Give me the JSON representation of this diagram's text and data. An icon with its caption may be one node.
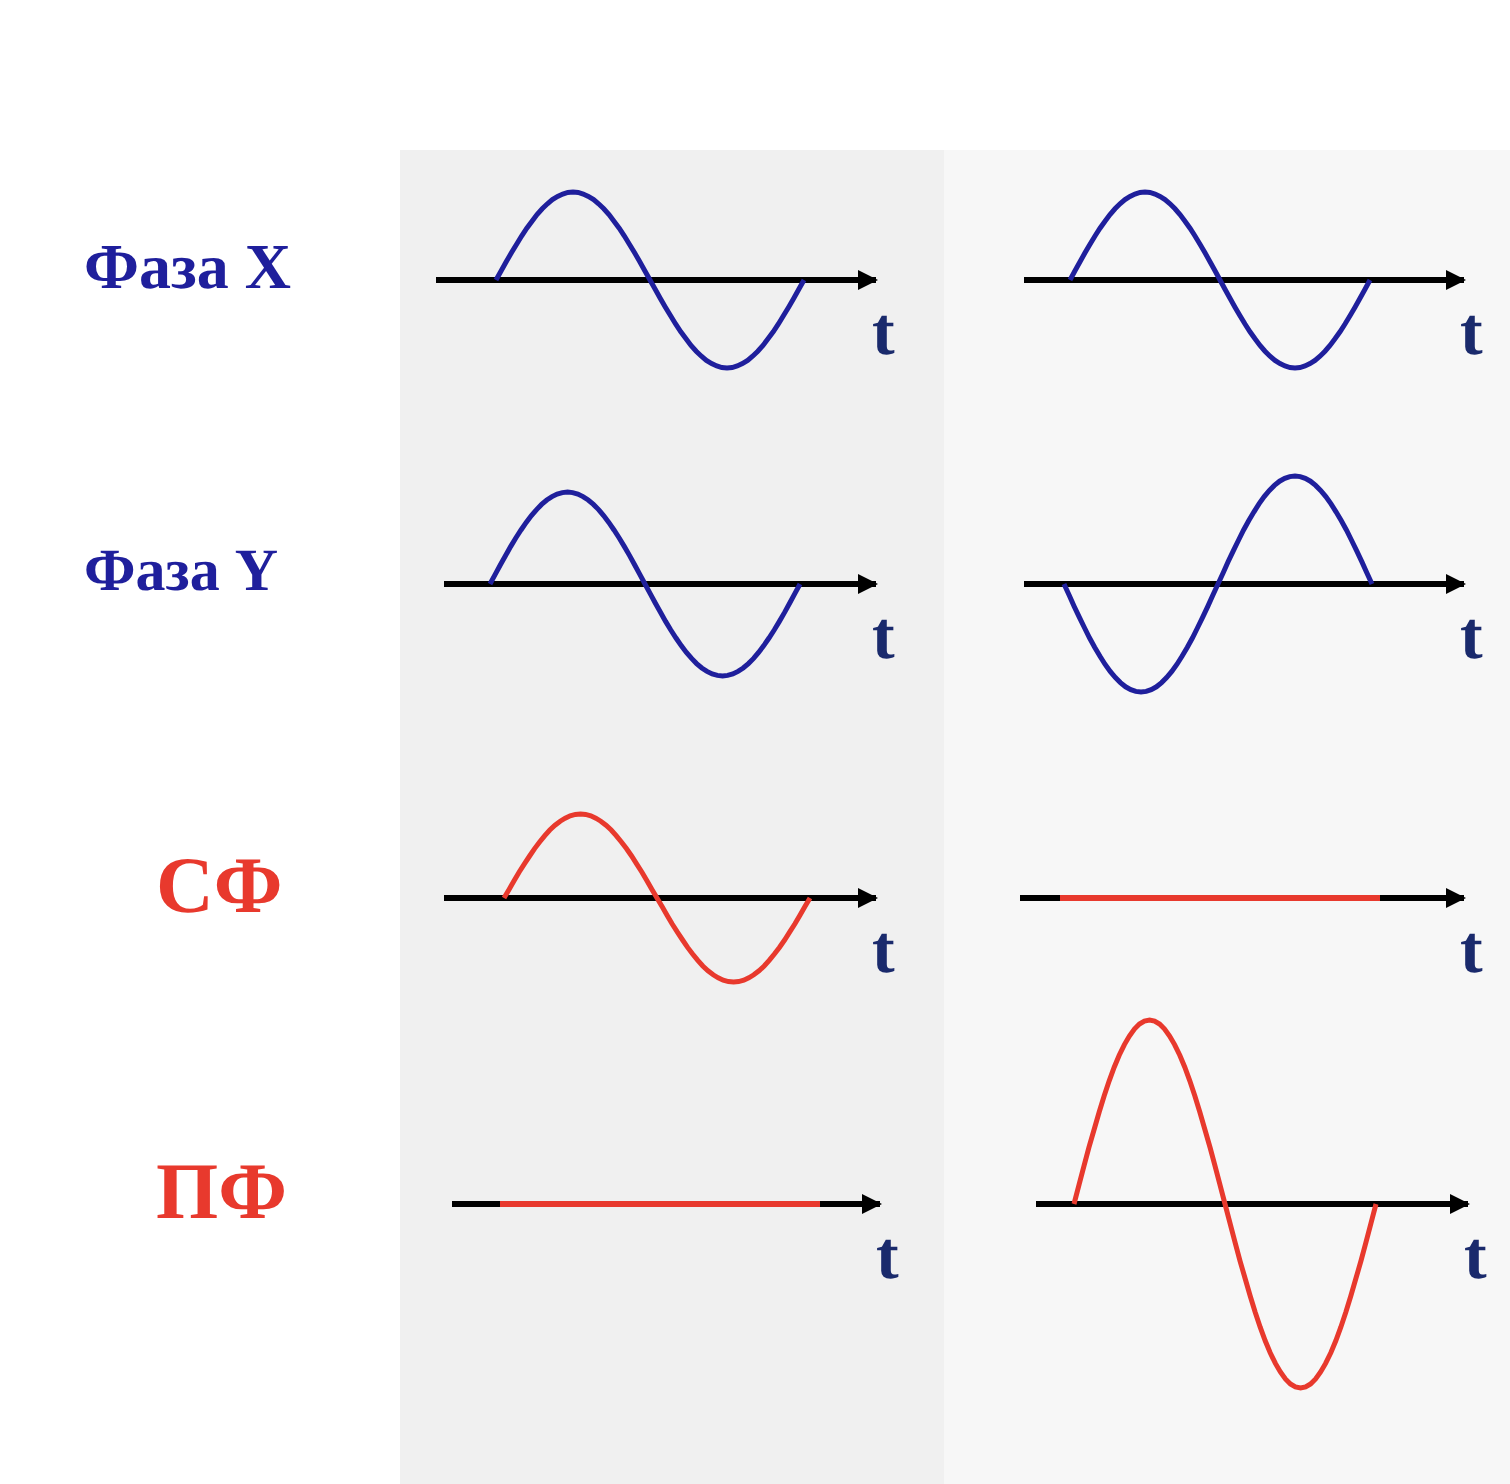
{
  "diagram": {
    "labels": [
      "Фаза X",
      "t",
      "t",
      "Фаза Y",
      "t",
      "t",
      "СФ",
      "t",
      "t",
      "ПФ",
      "t",
      "t"
    ]
  }
}
